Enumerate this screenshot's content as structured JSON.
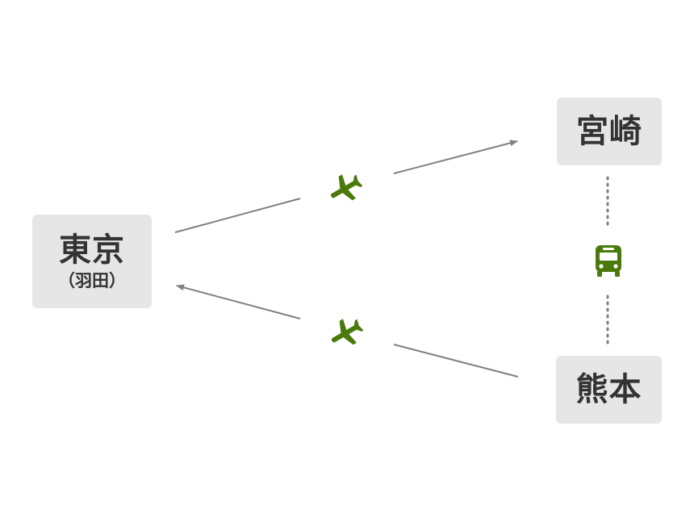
{
  "nodes": {
    "tokyo": {
      "name": "東京",
      "sub": "（羽田）"
    },
    "miyazaki": {
      "name": "宮崎"
    },
    "kumamoto": {
      "name": "熊本"
    }
  },
  "routes": [
    {
      "from": "東京",
      "to": "宮崎",
      "mode": "airplane-icon"
    },
    {
      "from": "熊本",
      "to": "東京",
      "mode": "airplane-icon"
    },
    {
      "between": [
        "宮崎",
        "熊本"
      ],
      "mode": "bus-icon",
      "style": "dotted"
    }
  ],
  "colors": {
    "icon": "#4a7a0c",
    "line": "#808080",
    "box": "#e6e6e6",
    "text": "#333333"
  }
}
